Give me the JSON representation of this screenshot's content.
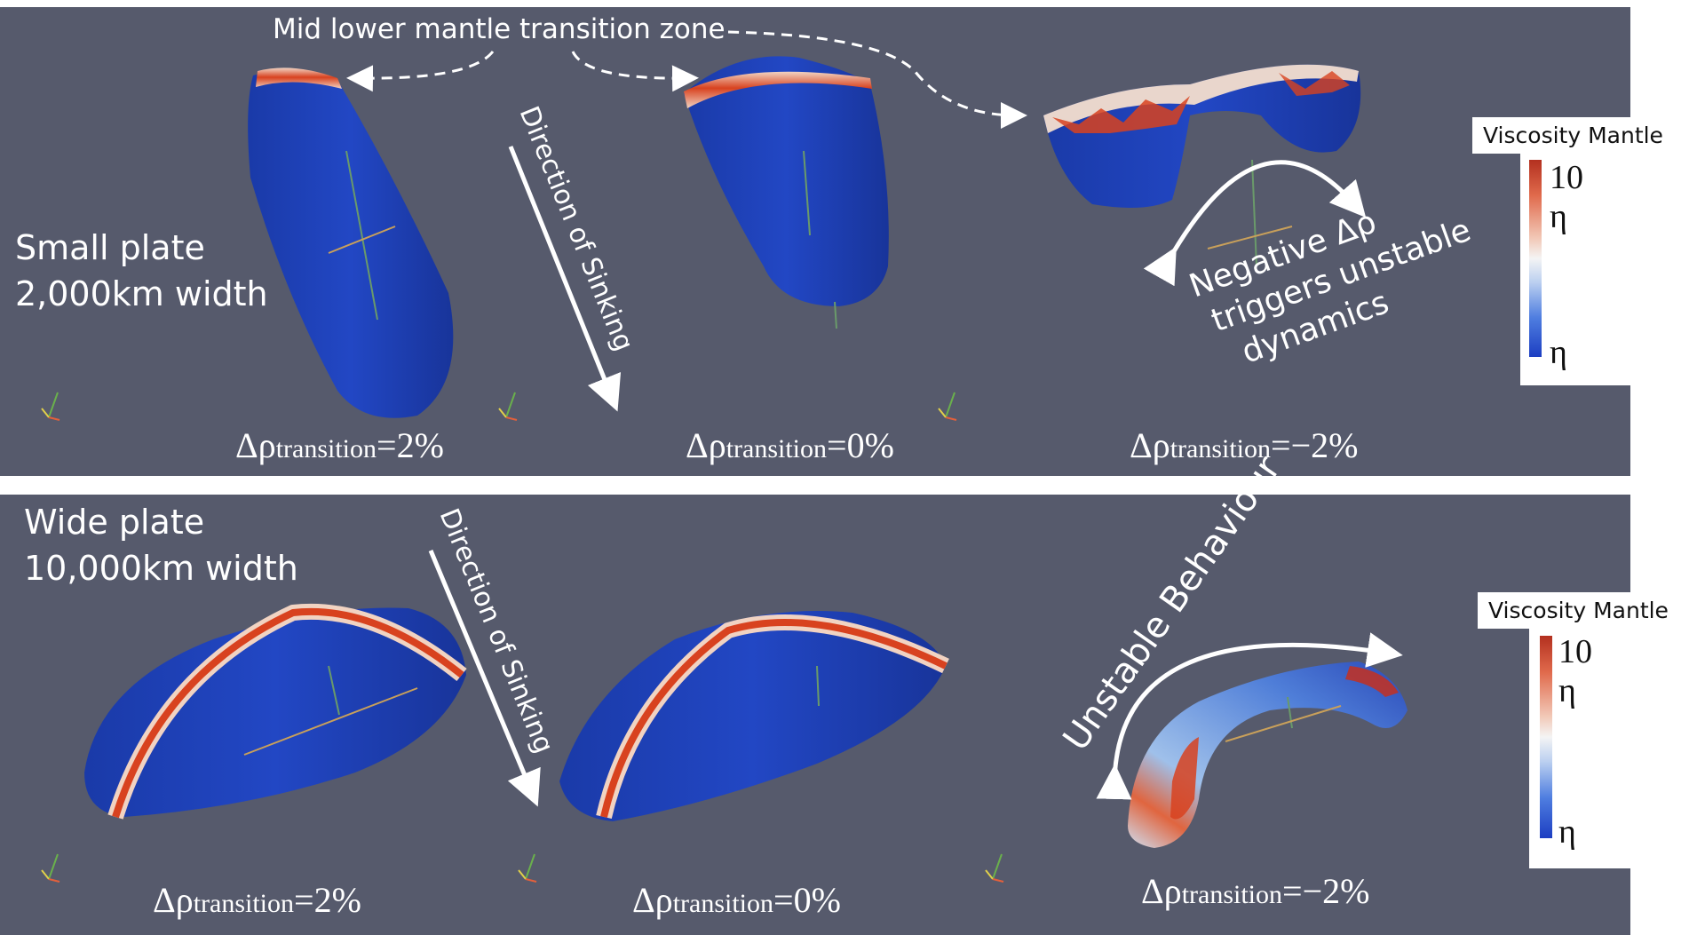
{
  "annotations": {
    "transition_zone": "Mid lower mantle transition zone",
    "direction_top": "Direction of Sinking",
    "direction_bottom": "Direction of Sinking",
    "negative_line1": "Negative Δρ",
    "negative_line2": "triggers unstable",
    "negative_line3": "dynamics",
    "unstable": "Unstable Behaviour"
  },
  "top_row": {
    "plate_line1": "Small plate",
    "plate_line2": "2,000km width",
    "formulas": [
      {
        "prefix": "Δρ",
        "sub": "transition",
        "value": "=2%"
      },
      {
        "prefix": "Δρ",
        "sub": "transition",
        "value": "=0%"
      },
      {
        "prefix": "Δρ",
        "sub": "transition",
        "value": "=−2%"
      }
    ]
  },
  "bottom_row": {
    "plate_line1": "Wide plate",
    "plate_line2": "10,000km width",
    "formulas": [
      {
        "prefix": "Δρ",
        "sub": "transition",
        "value": "=2%"
      },
      {
        "prefix": "Δρ",
        "sub": "transition",
        "value": "=0%"
      },
      {
        "prefix": "Δρ",
        "sub": "transition",
        "value": "=−2%"
      }
    ]
  },
  "colorbar_top": {
    "title": "Viscosity Mantle",
    "max_label": "10 η",
    "min_label": "η"
  },
  "colorbar_bottom": {
    "title": "Viscosity Mantle",
    "max_label": "10 η",
    "min_label": "η"
  },
  "colors": {
    "background": "#565a6c",
    "slab_blue": "#1e3fb0",
    "transition_red": "#d8421f",
    "arrow": "#ffffff"
  }
}
